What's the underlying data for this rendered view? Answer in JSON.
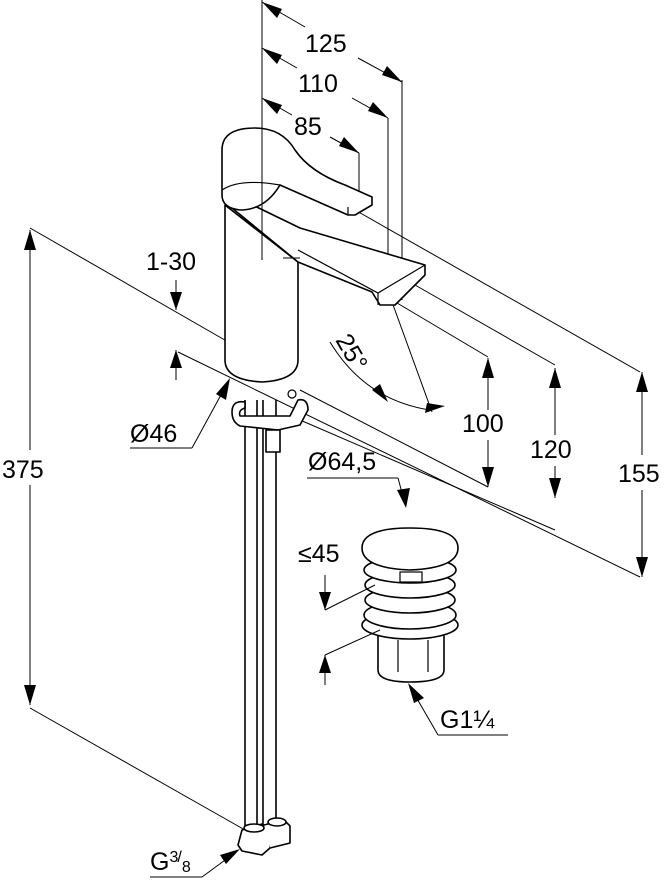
{
  "drawing": {
    "subject": "Single-lever basin mixer with pop-up waste",
    "colors": {
      "line": "#000000",
      "background": "#ffffff"
    },
    "dimensions": {
      "reach_total": "125",
      "reach_spout": "110",
      "reach_lever": "85",
      "countertop_thickness": "1-30",
      "base_diameter": "Ø46",
      "swivel_angle": "25°",
      "height_spout_outlet": "100",
      "height_spout_top": "120",
      "height_total": "155",
      "hose_length": "375",
      "waste_diameter": "Ø64,5",
      "waste_stroke": "≤45",
      "waste_thread": "G1¼",
      "hose_thread_prefix": "G",
      "hose_thread_num": "3",
      "hose_thread_den": "8"
    }
  }
}
